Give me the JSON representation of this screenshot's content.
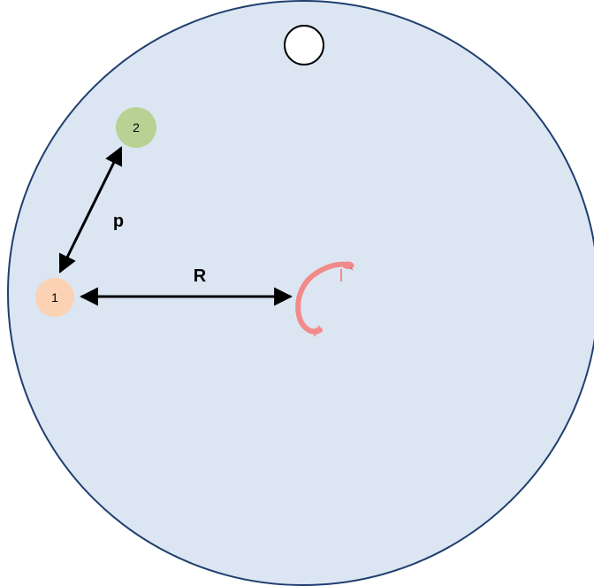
{
  "diagram": {
    "nodes": [
      {
        "id": "node-1",
        "label": "1",
        "fill": "#fbd2b3"
      },
      {
        "id": "node-2",
        "label": "2",
        "fill": "#b9d193"
      }
    ],
    "distance_labels": {
      "p": "p",
      "R": "R"
    },
    "colors": {
      "arena_fill": "#dce6f2",
      "arena_stroke": "#1f3f6e",
      "hole_fill": "#ffffff",
      "arrow": "#000000",
      "animal": "#f28a8a"
    }
  }
}
